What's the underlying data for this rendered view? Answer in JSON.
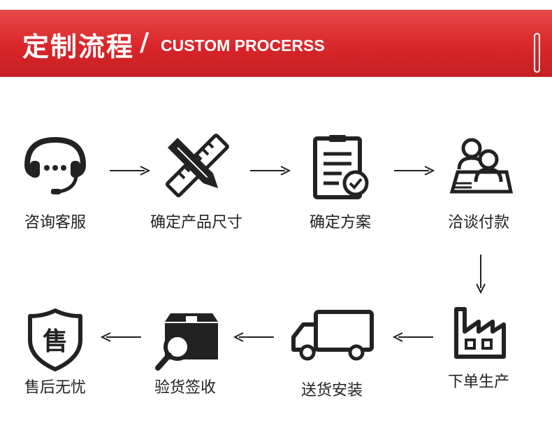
{
  "header": {
    "title": "定制流程",
    "slash": "/",
    "subtitle": "CUSTOM PROCERSS"
  },
  "steps": {
    "s1": {
      "label": "咨询客服",
      "icon": "headset-icon"
    },
    "s2": {
      "label": "确定产品尺寸",
      "icon": "pencil-ruler-icon"
    },
    "s3": {
      "label": "确定方案",
      "icon": "clipboard-check-icon"
    },
    "s4": {
      "label": "洽谈付款",
      "icon": "meeting-people-icon"
    },
    "s5": {
      "label": "下单生产",
      "icon": "factory-icon"
    },
    "s6": {
      "label": "送货安装",
      "icon": "truck-icon"
    },
    "s7": {
      "label": "验货签收",
      "icon": "box-magnifier-icon"
    },
    "s8": {
      "label": "售后无忧",
      "icon": "shield-icon"
    }
  },
  "shield_glyph": "售",
  "colors": {
    "banner": "#d8262a",
    "icon": "#222222"
  }
}
